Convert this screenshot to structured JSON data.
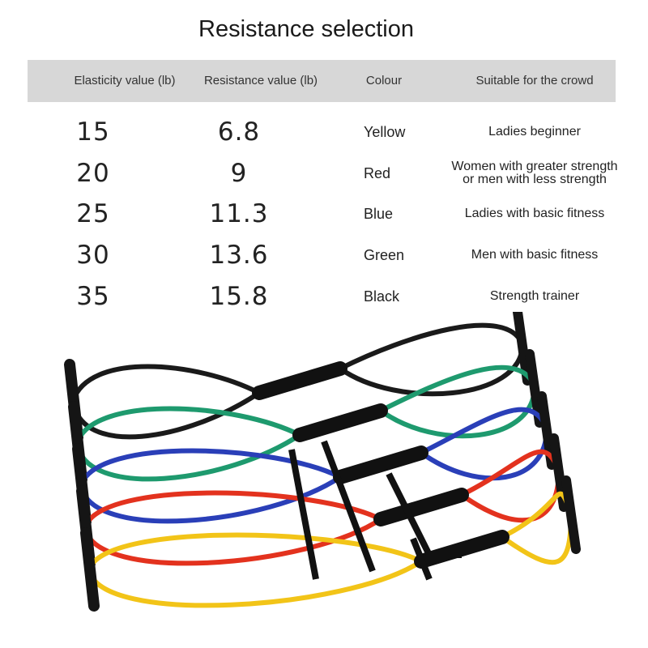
{
  "title": "Resistance selection",
  "headers": {
    "elasticity": "Elasticity value (lb)",
    "resistance": "Resistance value (lb)",
    "colour": "Colour",
    "crowd": "Suitable for the crowd"
  },
  "rows": [
    {
      "elasticity": "15",
      "resistance": "6.8",
      "colour": "Yellow",
      "crowd": "Ladies beginner",
      "band_color": "#f2c418"
    },
    {
      "elasticity": "20",
      "resistance": "9",
      "colour": "Red",
      "crowd_line1": "Women with greater strength",
      "crowd_line2": "or men with less strength",
      "band_color": "#e3321e"
    },
    {
      "elasticity": "25",
      "resistance": "11.3",
      "colour": "Blue",
      "crowd": "Ladies with basic fitness",
      "band_color": "#2a3fb8"
    },
    {
      "elasticity": "30",
      "resistance": "13.6",
      "colour": "Green",
      "crowd": "Men with basic fitness",
      "band_color": "#1e9a6e"
    },
    {
      "elasticity": "35",
      "resistance": "15.8",
      "colour": "Black",
      "crowd": "Strength trainer",
      "band_color": "#1a1a1a"
    }
  ],
  "photo": {
    "icon": "resistance-bands-image"
  }
}
